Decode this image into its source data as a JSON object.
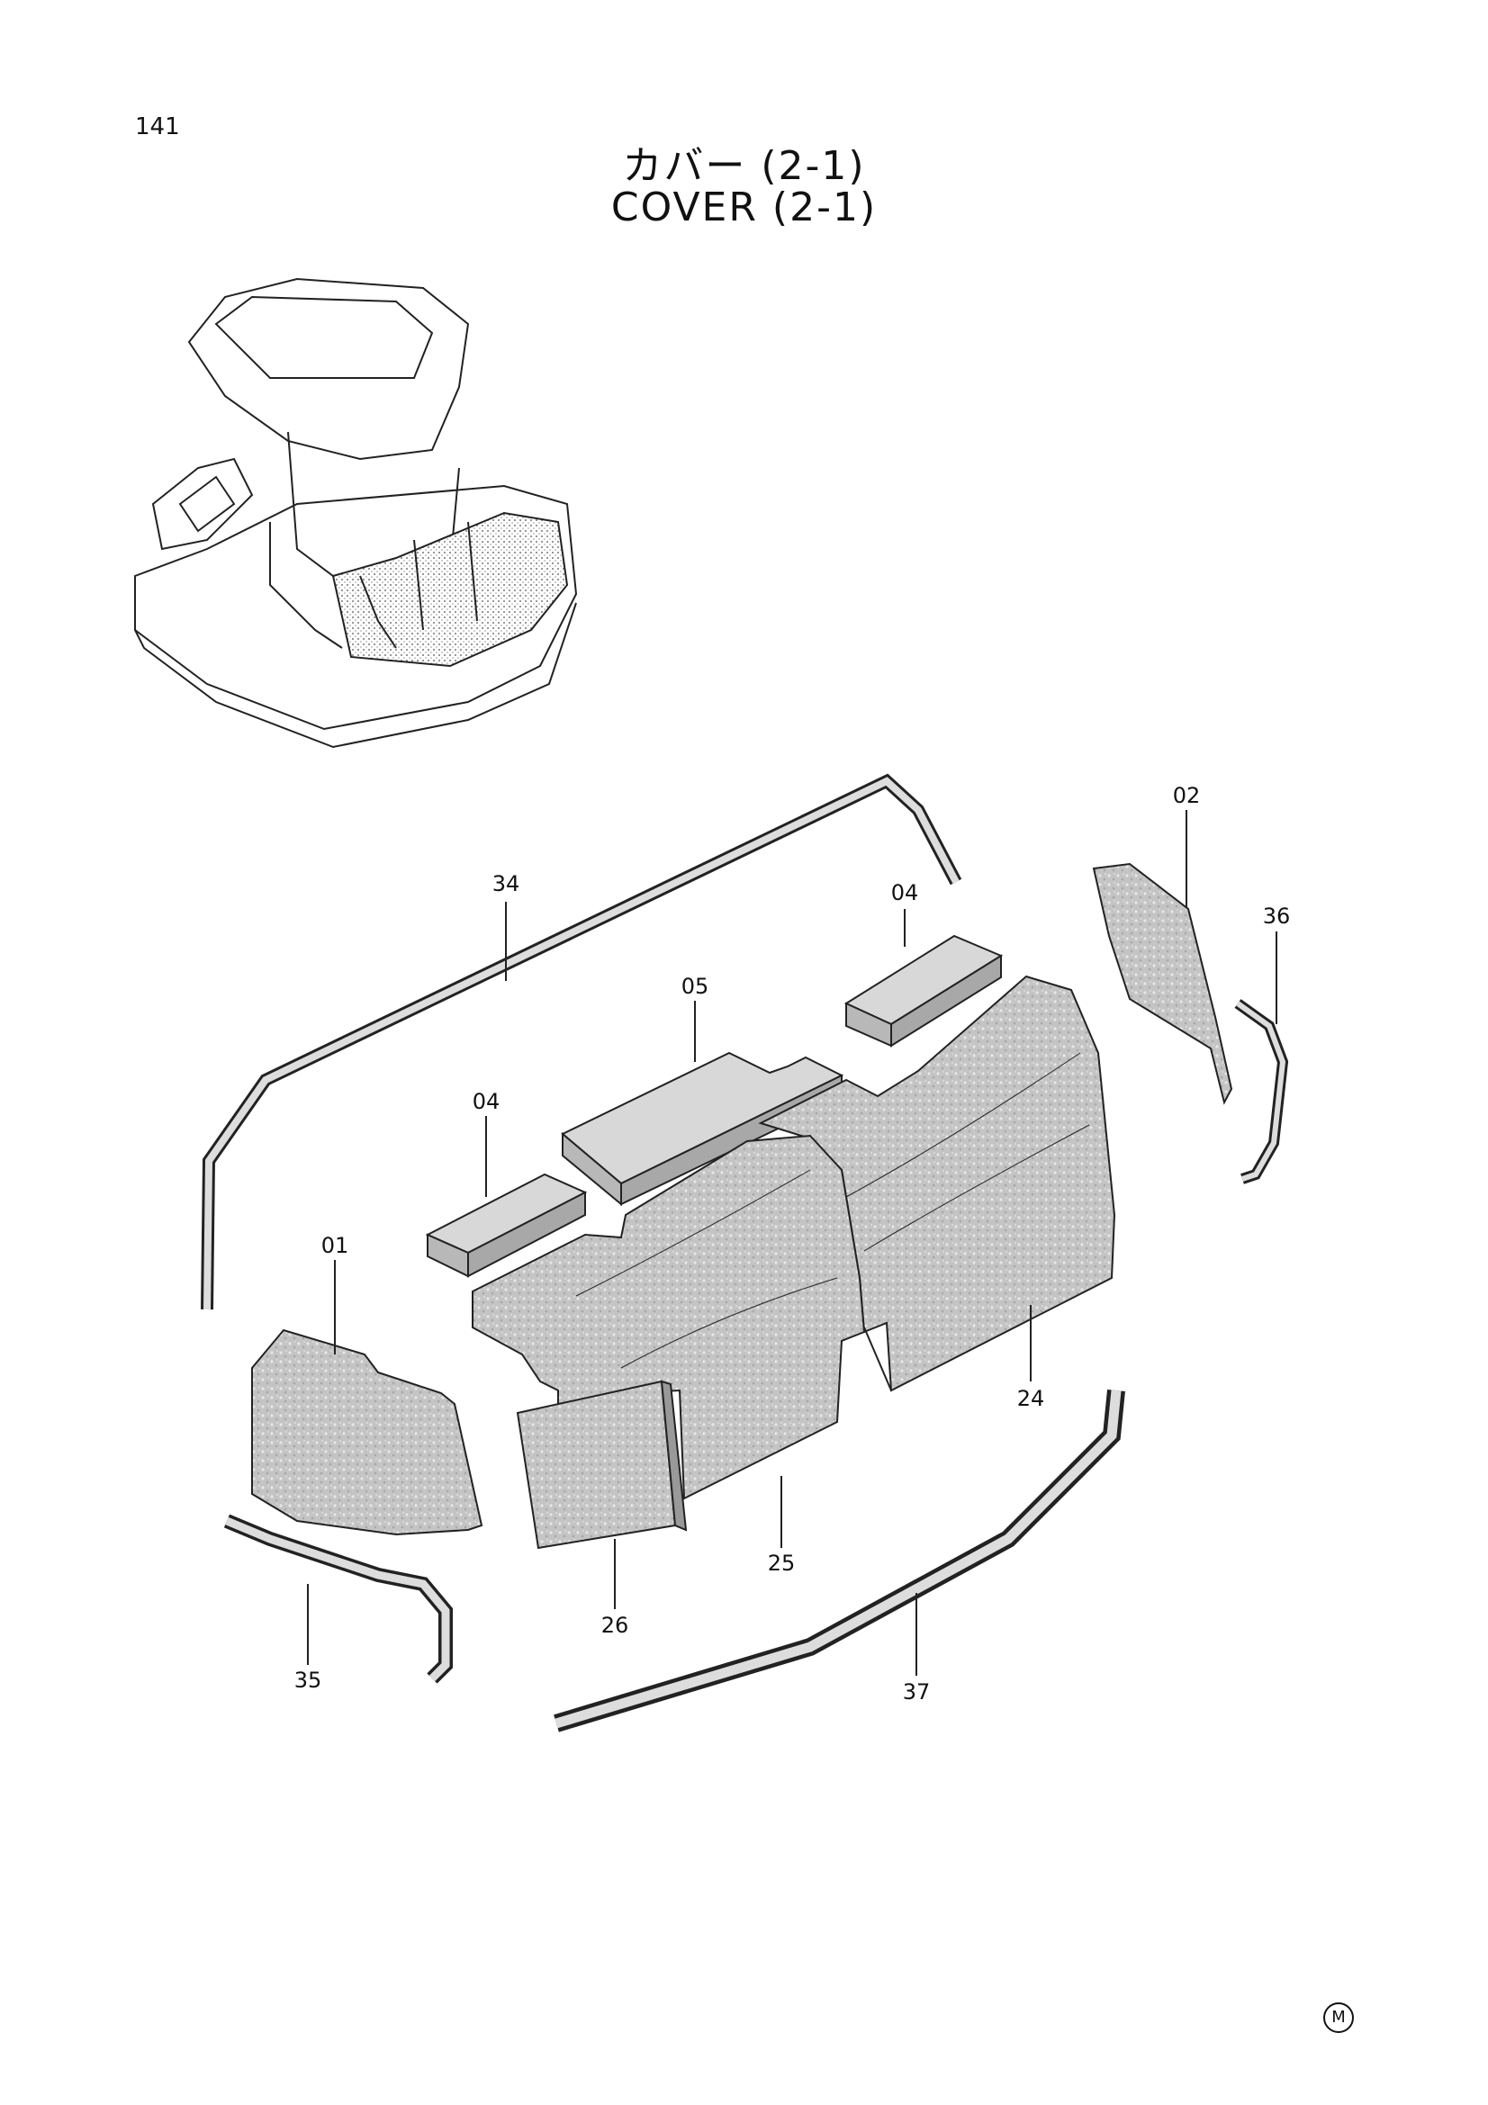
{
  "page": {
    "number": "141"
  },
  "title": {
    "japanese": "カバー (2-1)",
    "english": "COVER (2-1)"
  },
  "callouts": [
    {
      "id": "34",
      "label": "34"
    },
    {
      "id": "02",
      "label": "02"
    },
    {
      "id": "04a",
      "label": "04"
    },
    {
      "id": "36",
      "label": "36"
    },
    {
      "id": "05",
      "label": "05"
    },
    {
      "id": "04b",
      "label": "04"
    },
    {
      "id": "01",
      "label": "01"
    },
    {
      "id": "24",
      "label": "24"
    },
    {
      "id": "25",
      "label": "25"
    },
    {
      "id": "26",
      "label": "26"
    },
    {
      "id": "35",
      "label": "35"
    },
    {
      "id": "37",
      "label": "37"
    }
  ],
  "footer_mark": "M"
}
